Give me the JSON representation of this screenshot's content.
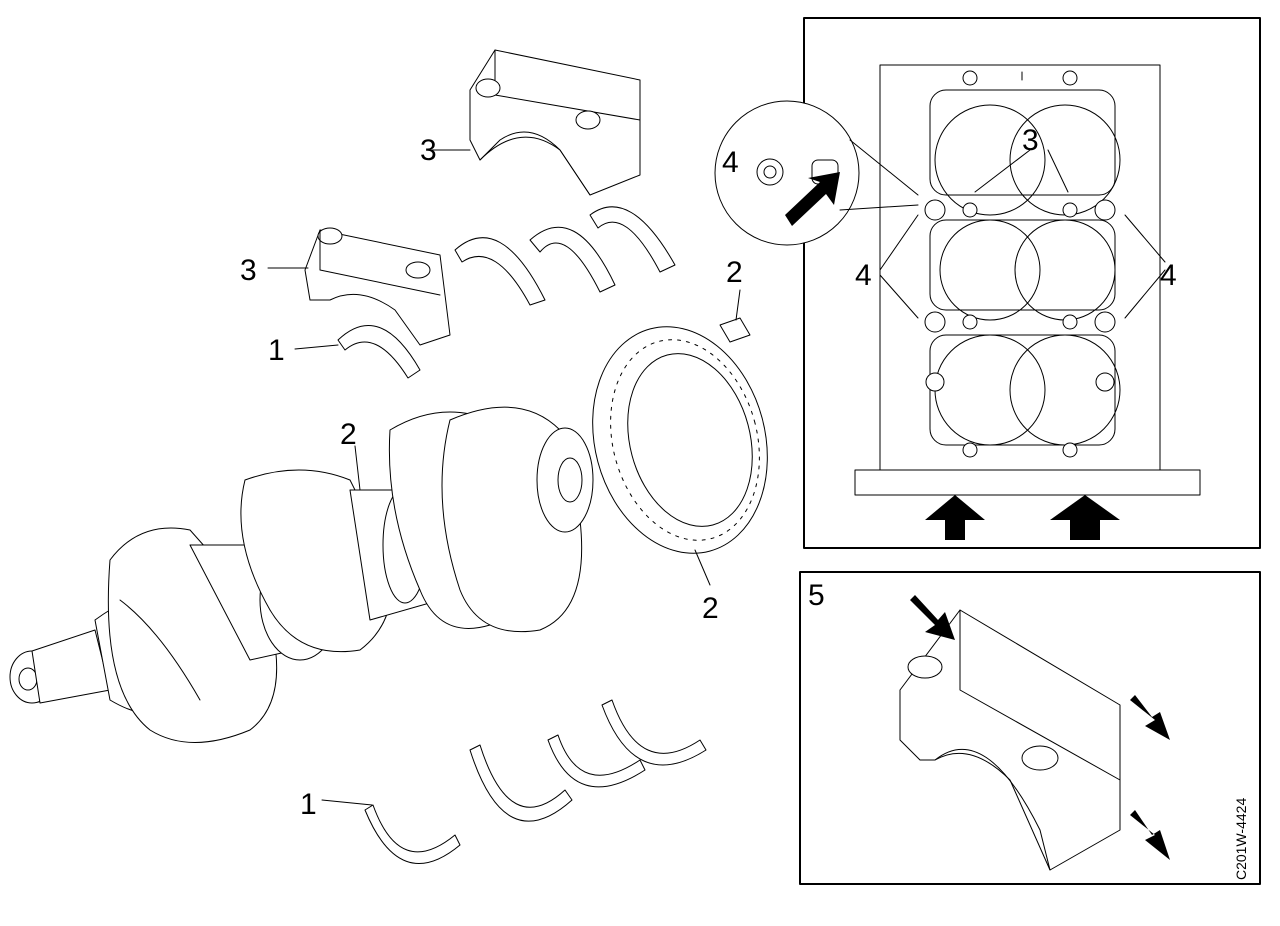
{
  "callouts": {
    "bearing_shell": "1",
    "thrust_bearing": "2",
    "bearing_cap": "3",
    "cap_bolt": "4",
    "detail_view": "5"
  },
  "drawing_code": "C201W-4424",
  "colors": {
    "ink": "#000000",
    "paper": "#ffffff"
  }
}
